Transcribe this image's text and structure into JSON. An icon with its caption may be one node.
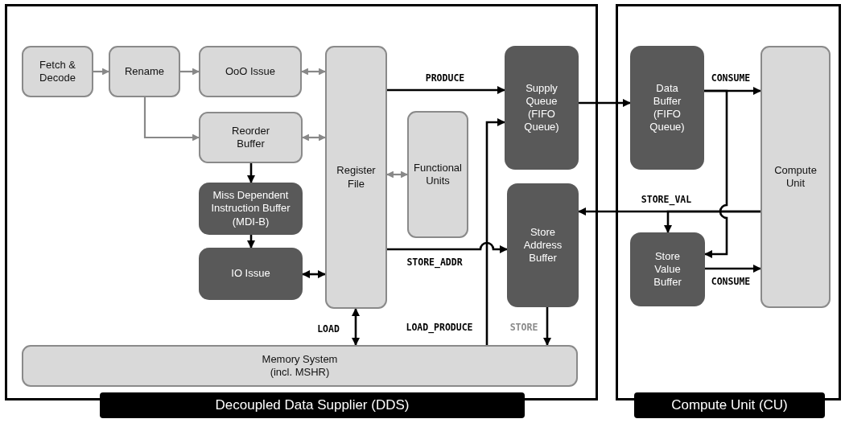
{
  "diagram": {
    "nodes": [
      {
        "text": [
          "Decoupled Data Supplier (DDS)"
        ]
      },
      {
        "text": [
          "Compute Unit (CU)"
        ]
      },
      {
        "text": [
          "Fetch & Decode"
        ],
        "in": 0
      },
      {
        "text": [
          "Rename"
        ],
        "in": 0
      },
      {
        "text": [
          "OoO Issue"
        ],
        "in": 0
      },
      {
        "text": [
          "Reorder Buffer"
        ],
        "in": 0
      },
      {
        "text": [
          "Miss Dependent Instruction Buffer (MDI-B)"
        ],
        "in": 0
      },
      {
        "text": [
          "IO Issue"
        ],
        "in": 0
      },
      {
        "text": [
          "Register File"
        ],
        "in": 0
      },
      {
        "text": [
          "Functional Units"
        ],
        "in": 0
      },
      {
        "text": [
          "Supply Queue (FIFO Queue)"
        ],
        "in": 0
      },
      {
        "text": [
          "Store Address Buffer"
        ],
        "in": 0
      },
      {
        "text": [
          "Memory System (incl. MSHR)"
        ],
        "in": 0
      },
      {
        "text": [
          "Data Buffer (FIFO Queue)"
        ],
        "in": 1
      },
      {
        "text": [
          "Compute Unit"
        ],
        "in": 1
      },
      {
        "text": [
          "Store Value Buffer"
        ],
        "in": 1
      }
    ],
    "edges": [
      {
        "from": 2,
        "to": 3,
        "arrow": "to",
        "color": "#888888"
      },
      {
        "from": 3,
        "to": 4,
        "arrow": "to",
        "color": "#888888"
      },
      {
        "from": 3,
        "to": 5,
        "arrow": "to",
        "color": "#888888"
      },
      {
        "from": 4,
        "to": 8,
        "arrow": "both",
        "color": "#888888"
      },
      {
        "from": 5,
        "to": 8,
        "arrow": "both",
        "color": "#888888"
      },
      {
        "from": 9,
        "to": 8,
        "arrow": "both",
        "color": "#888888"
      },
      {
        "from": 5,
        "to": 6,
        "arrow": "to"
      },
      {
        "from": 6,
        "to": 7,
        "arrow": "to"
      },
      {
        "from": 7,
        "to": 8,
        "arrow": "both"
      },
      {
        "from": 8,
        "to": 10,
        "arrow": "to",
        "label": "PRODUCE"
      },
      {
        "from": 8,
        "to": 11,
        "arrow": "to",
        "label": "STORE_ADDR"
      },
      {
        "from": 12,
        "to": 10,
        "arrow": "to",
        "label": "LOAD_PRODUCE"
      },
      {
        "from": 8,
        "to": 12,
        "arrow": "both",
        "label": "LOAD"
      },
      {
        "from": 11,
        "to": 12,
        "arrow": "to",
        "label": "STORE"
      },
      {
        "from": 10,
        "to": 13,
        "arrow": "to"
      },
      {
        "from": 13,
        "to": 14,
        "arrow": "to",
        "label": "CONSUME"
      },
      {
        "from": 13,
        "to": 15,
        "arrow": "to"
      },
      {
        "from": 14,
        "to": 11,
        "arrow": "to",
        "label": "STORE_VAL"
      },
      {
        "from": 14,
        "to": 15,
        "arrow": "to"
      },
      {
        "from": 15,
        "to": 14,
        "arrow": "to",
        "label": "CONSUME"
      }
    ]
  }
}
